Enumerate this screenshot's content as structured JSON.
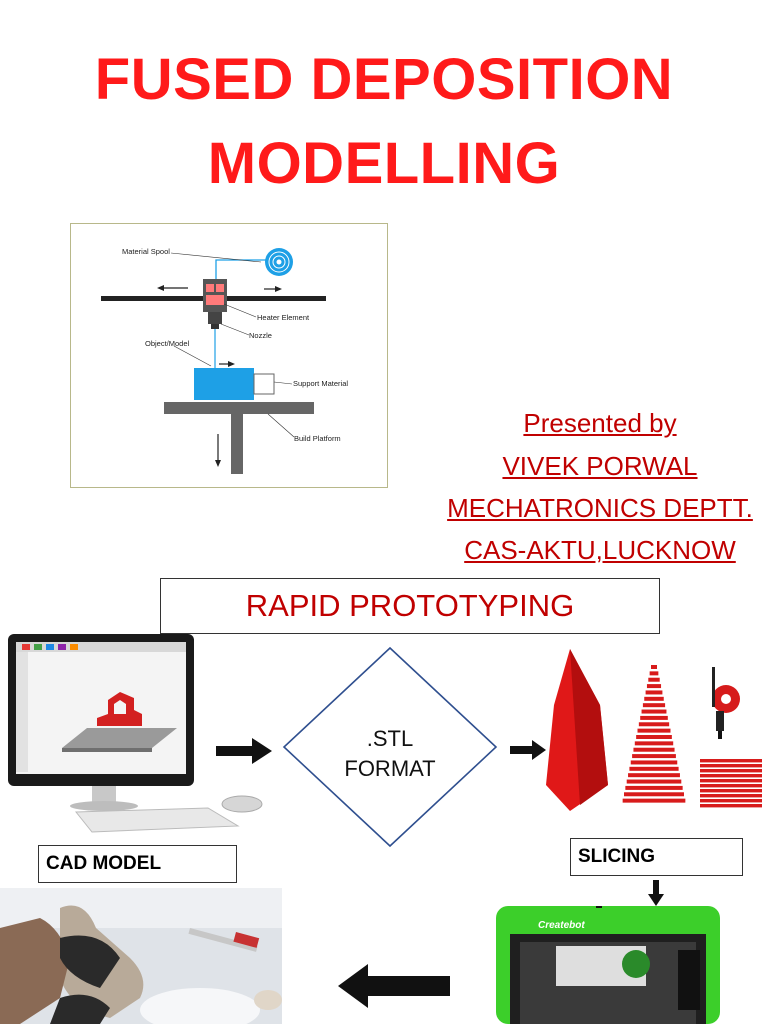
{
  "title": {
    "line1": "FUSED DEPOSITION",
    "line2": "MODELLING"
  },
  "diagram": {
    "labels": {
      "spool": "Material Spool",
      "heater": "Heater Element",
      "nozzle": "Nozzle",
      "object": "Object/Model",
      "support": "Support Material",
      "platform": "Build Platform"
    }
  },
  "presenter": {
    "line1": "Presented by",
    "line2": "VIVEK PORWAL",
    "line3": "MECHATRONICS DEPTT.",
    "line4": "CAS-AKTU,LUCKNOW"
  },
  "process": {
    "heading": "RAPID PROTOTYPING",
    "stl_line1": ".STL",
    "stl_line2": "FORMAT",
    "cad_label": "CAD MODEL",
    "slicing_label": "SLICING",
    "printer_brand": "Createbot"
  },
  "colors": {
    "title": "#ff1a1a",
    "accent": "#c00000",
    "model_red": "#e01818",
    "printer_green": "#3ccf2a",
    "fdm_blue": "#1ea0e6"
  }
}
